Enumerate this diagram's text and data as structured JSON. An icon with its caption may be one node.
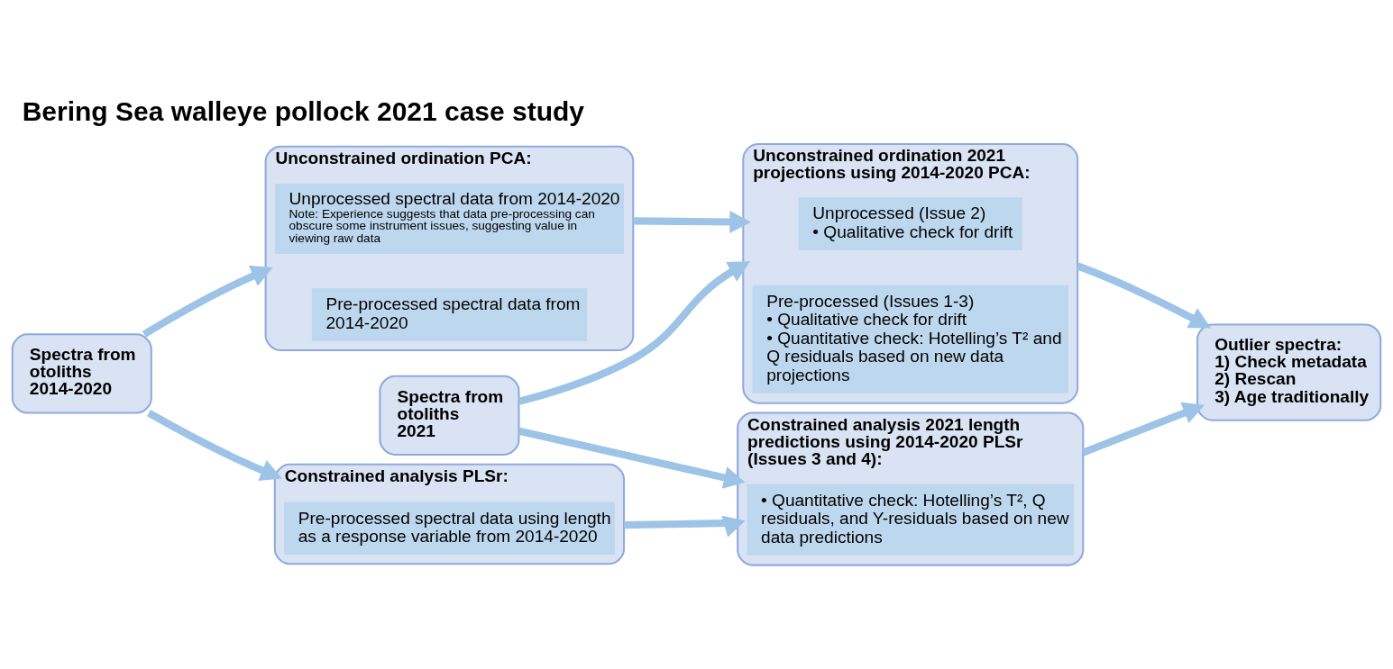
{
  "diagram": {
    "title": "Bering Sea walleye pollock 2021 case study",
    "nodes": [
      {
        "text": [
          "Spectra from otoliths 2014-2020"
        ]
      },
      {
        "text": [
          "Unconstrained ordination PCA:"
        ]
      },
      {
        "text": [
          "Unprocessed spectral data from 2014-2020",
          "Note: Experience suggests that data pre-processing can obscure some instrument issues, suggesting value in viewing raw data"
        ],
        "in": 1
      },
      {
        "text": [
          "Pre-processed spectral data from 2014-2020"
        ],
        "in": 1
      },
      {
        "text": [
          "Constrained analysis PLSr:"
        ]
      },
      {
        "text": [
          "Pre-processed spectral data using length as a response variable from 2014-2020"
        ],
        "in": 4
      },
      {
        "text": [
          "Spectra from otoliths 2021"
        ]
      },
      {
        "text": [
          "Unconstrained ordination 2021 projections using 2014-2020 PCA:"
        ]
      },
      {
        "text": [
          "Unprocessed (Issue 2)",
          "• Qualitative check for drift"
        ],
        "in": 7
      },
      {
        "text": [
          "Pre-processed (Issues 1-3)",
          "• Qualitative check for drift",
          "• Quantitative check: Hotelling’s T² and Q residuals based on new data projections"
        ],
        "in": 7
      },
      {
        "text": [
          "Constrained analysis 2021 length predictions using 2014-2020 PLSr (Issues 3 and 4):"
        ]
      },
      {
        "text": [
          "• Quantitative check: Hotelling’s T², Q residuals, and Y-residuals based on new data predictions"
        ],
        "in": 10
      },
      {
        "text": [
          "Outlier spectra:",
          "1) Check metadata",
          "2) Rescan",
          "3) Age traditionally"
        ]
      }
    ],
    "edges": [
      {
        "from": 0,
        "to": 1,
        "arrow": "to"
      },
      {
        "from": 0,
        "to": 4,
        "arrow": "to"
      },
      {
        "from": 1,
        "to": 7,
        "arrow": "to"
      },
      {
        "from": 4,
        "to": 10,
        "arrow": "to"
      },
      {
        "from": 6,
        "to": 7,
        "arrow": "to"
      },
      {
        "from": 6,
        "to": 10,
        "arrow": "to"
      },
      {
        "from": 7,
        "to": 12,
        "arrow": "to"
      },
      {
        "from": 10,
        "to": 12,
        "arrow": "to"
      }
    ]
  }
}
